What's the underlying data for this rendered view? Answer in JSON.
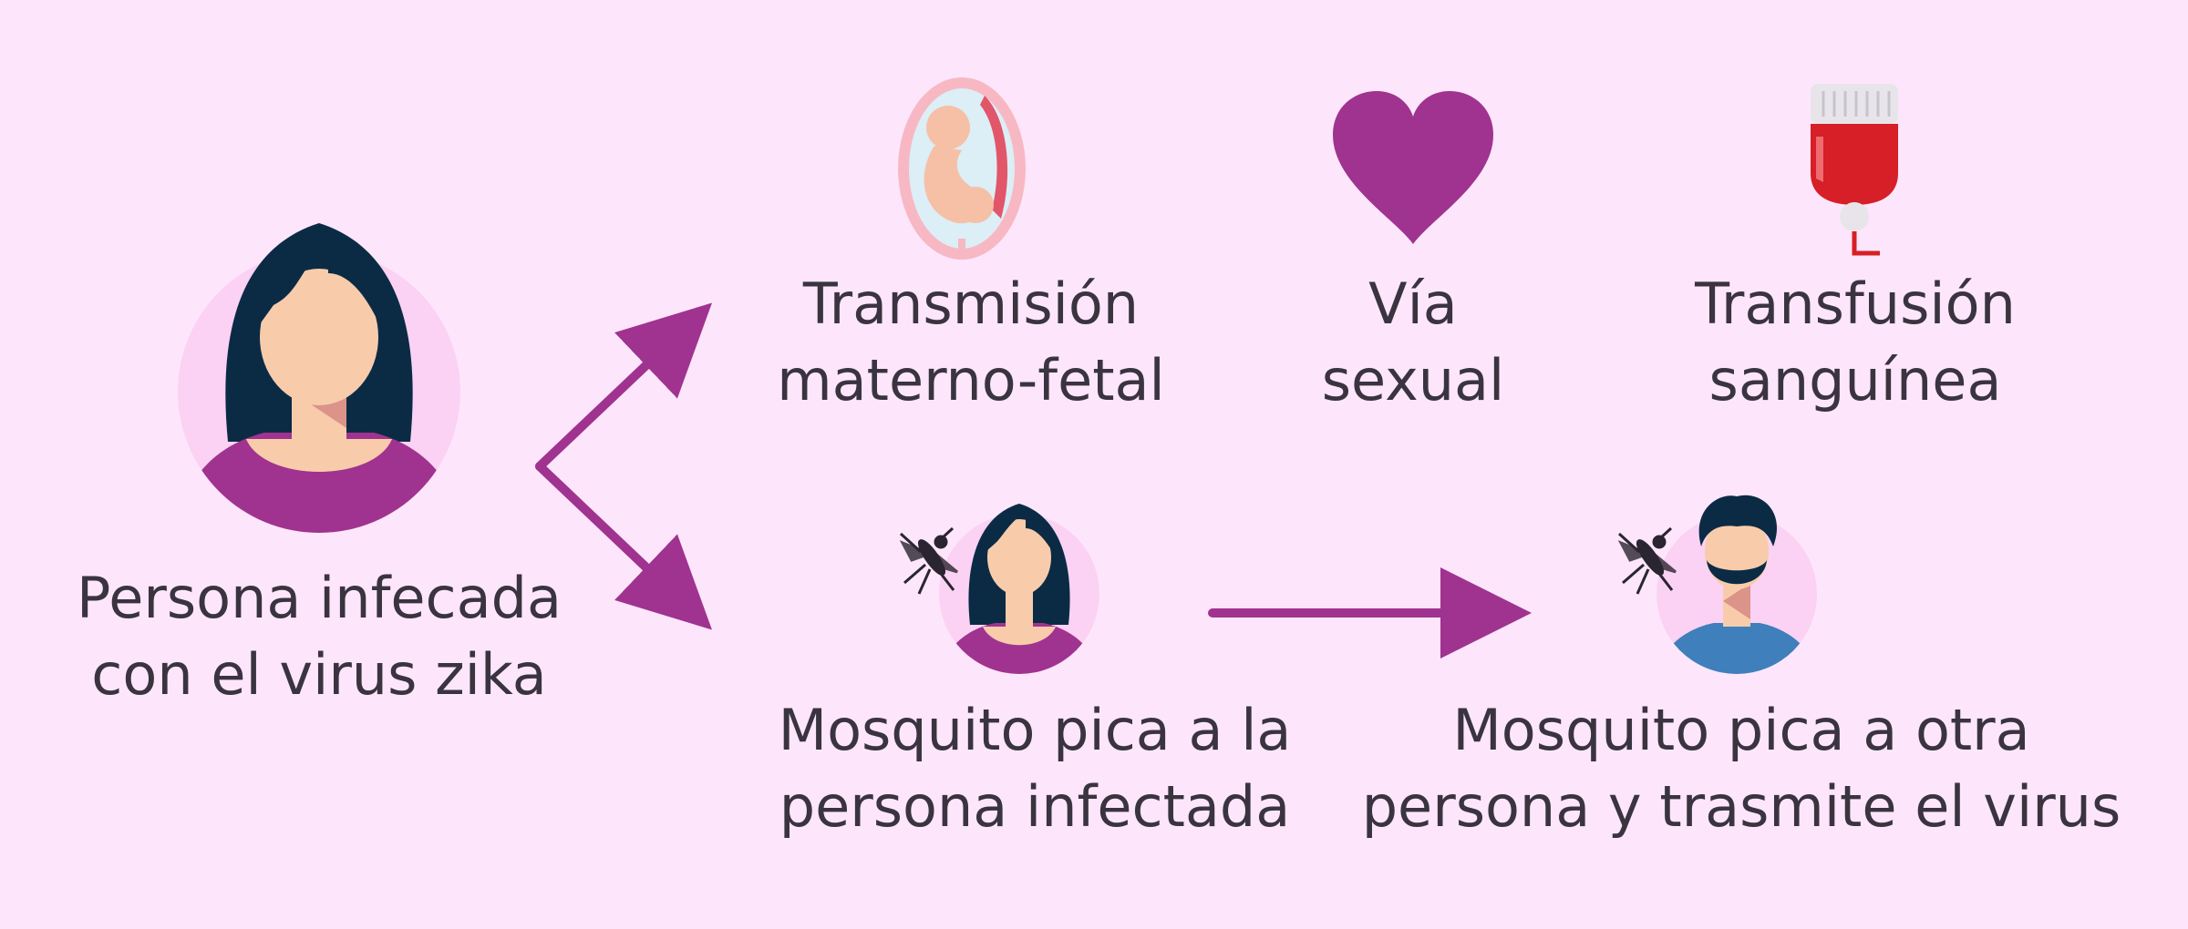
{
  "source": {
    "line1": "Persona infecada",
    "line2": "con el virus zika",
    "icon": "woman-avatar-icon"
  },
  "routes": {
    "maternal": {
      "line1": "Transmisión",
      "line2": "materno-fetal",
      "icon": "fetus-uterus-icon"
    },
    "sexual": {
      "line1": "Vía",
      "line2": "sexual",
      "icon": "heart-icon"
    },
    "transfusion": {
      "line1": "Transfusión",
      "line2": "sanguínea",
      "icon": "blood-bag-icon"
    },
    "mosquito_bite": {
      "line1": "Mosquito pica a la",
      "line2": "persona infectada",
      "icon": "mosquito-woman-icon"
    },
    "mosquito_spread": {
      "line1": "Mosquito pica a otra",
      "line2": "persona y trasmite el virus",
      "icon": "mosquito-man-icon"
    }
  },
  "colors": {
    "background": "#fde6fb",
    "accent": "#a0338f",
    "text": "#3a3340",
    "hair": "#0b2b45",
    "skin": "#f8ccab",
    "circle": "#fbd2f3",
    "blood": "#d61f26",
    "shirt_man": "#3e7fbc"
  }
}
